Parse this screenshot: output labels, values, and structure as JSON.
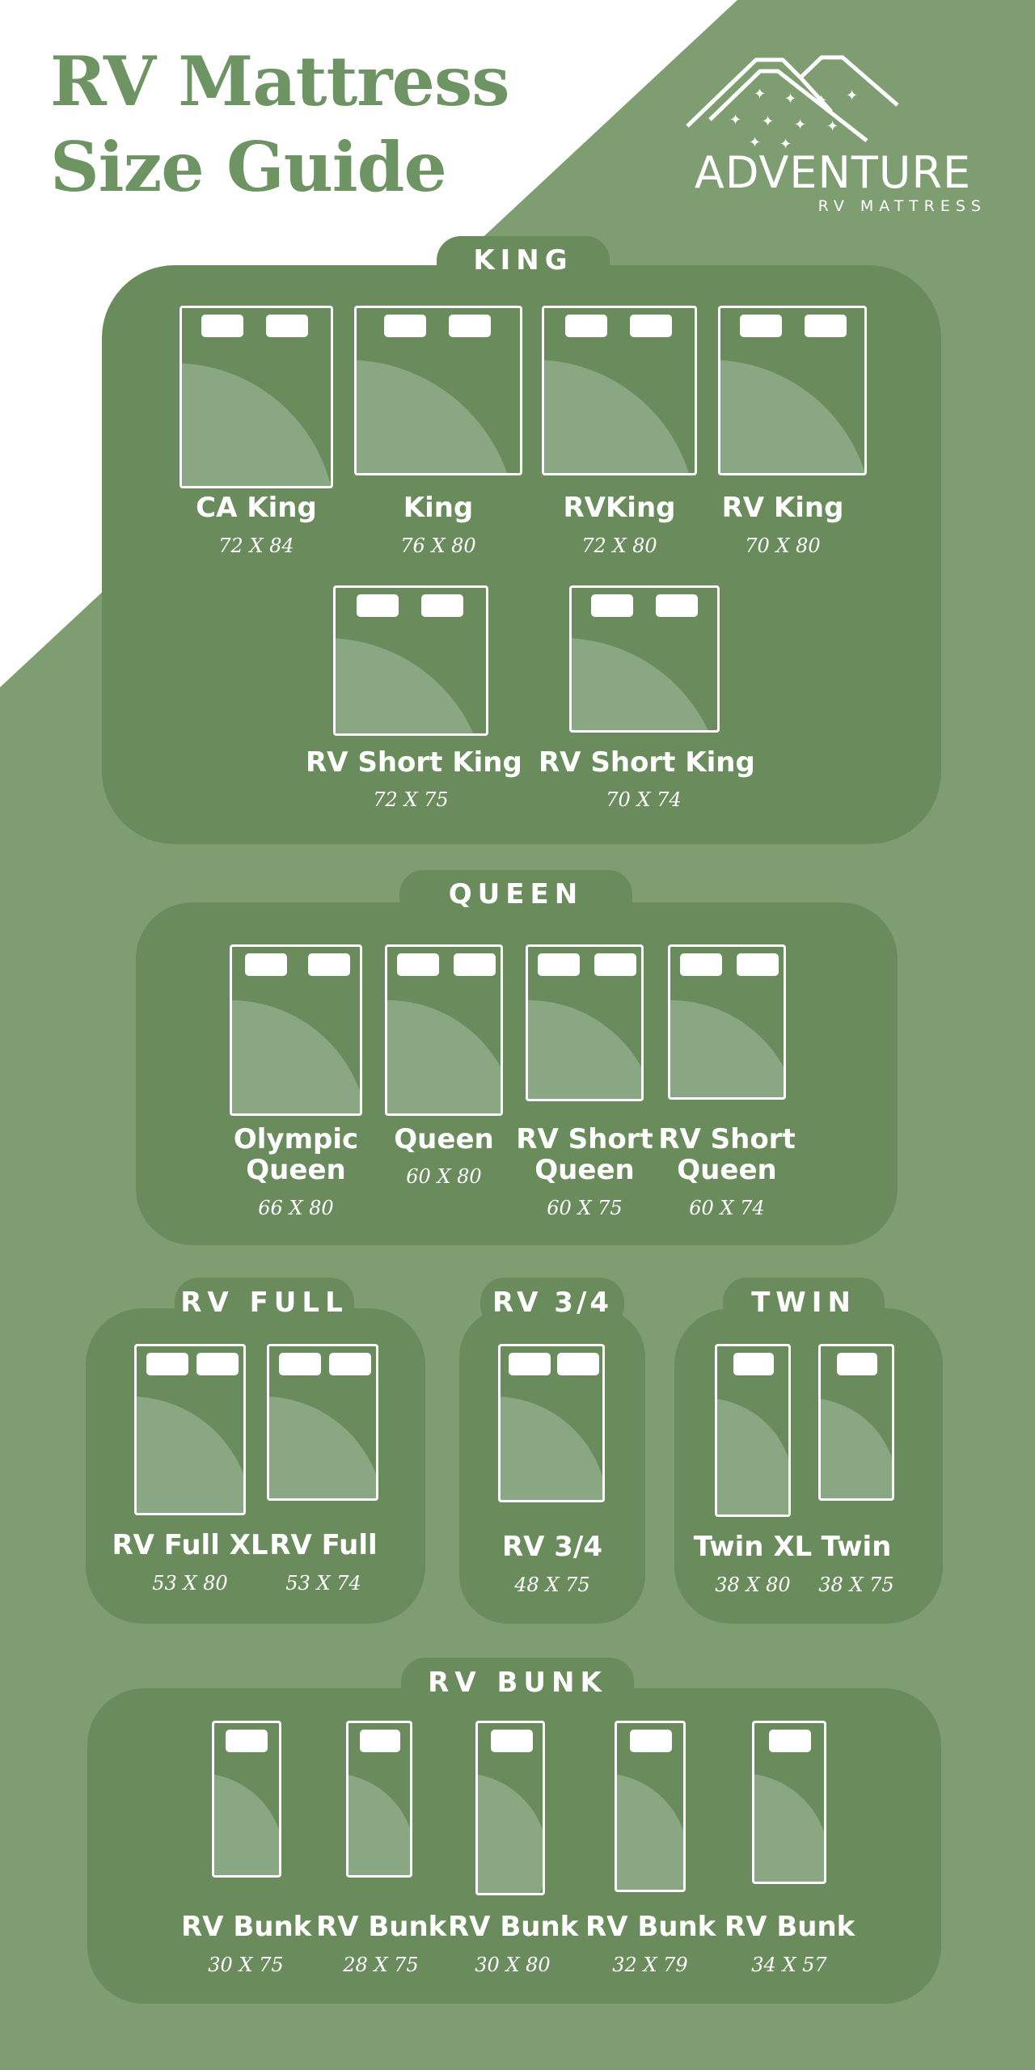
{
  "title": {
    "line1": "RV Mattress",
    "line2": "Size Guide"
  },
  "logo": {
    "name": "ADVENTURE",
    "sub": "RV MATTRESS",
    "icon": "mountains-stars-icon"
  },
  "colors": {
    "background": "#7e9e72",
    "panel": "#6a8c5d",
    "sheet": "#8aa784",
    "title": "#6f9463",
    "white_corner": "#ffffff"
  },
  "sections": {
    "king": {
      "heading": "KING",
      "items": [
        {
          "name": "CA King",
          "size": "72 X 84"
        },
        {
          "name": "King",
          "size": "76 X 80"
        },
        {
          "name": "RVKing",
          "size": "72 X 80"
        },
        {
          "name": "RV King",
          "size": "70 X 80"
        },
        {
          "name": "RV Short King",
          "size": "72 X 75"
        },
        {
          "name": "RV Short King",
          "size": "70 X 74"
        }
      ]
    },
    "queen": {
      "heading": "QUEEN",
      "items": [
        {
          "name1": "Olympic",
          "name2": "Queen",
          "size": "66 X 80"
        },
        {
          "name1": "Queen",
          "name2": "",
          "size": "60 X 80"
        },
        {
          "name1": "RV Short",
          "name2": "Queen",
          "size": "60 X 75"
        },
        {
          "name1": "RV Short",
          "name2": "Queen",
          "size": "60 X 74"
        }
      ]
    },
    "rv_full": {
      "heading": "RV FULL",
      "items": [
        {
          "name": "RV Full XL",
          "size": "53 X 80"
        },
        {
          "name": "RV Full",
          "size": "53 X 74"
        }
      ]
    },
    "rv_three_quarter": {
      "heading": "RV 3/4",
      "items": [
        {
          "name": "RV 3/4",
          "size": "48 X 75"
        }
      ]
    },
    "twin": {
      "heading": "TWIN",
      "items": [
        {
          "name": "Twin XL",
          "size": "38 X 80"
        },
        {
          "name": "Twin",
          "size": "38 X 75"
        }
      ]
    },
    "rv_bunk": {
      "heading": "RV BUNK",
      "items": [
        {
          "name": "RV Bunk",
          "size": "30 X 75"
        },
        {
          "name": "RV Bunk",
          "size": "28 X 75"
        },
        {
          "name": "RV Bunk",
          "size": "30 X 80"
        },
        {
          "name": "RV Bunk",
          "size": "32 X 79"
        },
        {
          "name": "RV Bunk",
          "size": "34 X 57"
        }
      ]
    }
  }
}
